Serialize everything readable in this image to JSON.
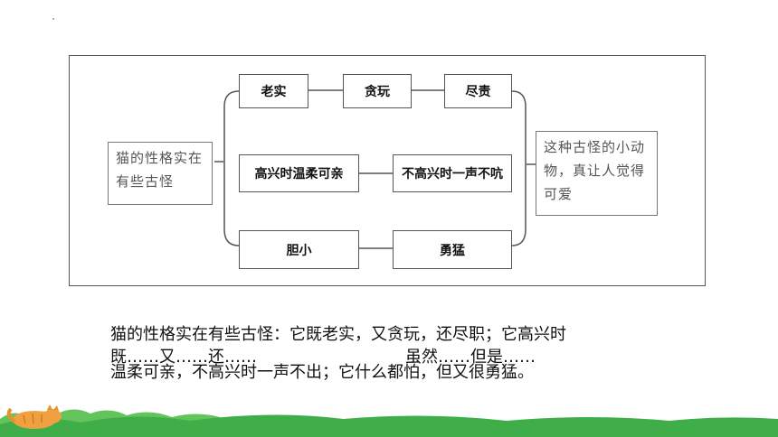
{
  "diagram": {
    "left_box": "猫的性格实在有些古怪",
    "right_box": "这种古怪的小动物，真让人觉得可爱",
    "row1": [
      "老实",
      "贪玩",
      "尽责"
    ],
    "row2": [
      "高兴时温柔可亲",
      "不高兴时一声不吭"
    ],
    "row3": [
      "胆小",
      "勇猛"
    ]
  },
  "text": {
    "line1": "猫的性格实在有些古怪：它既老实，又贪玩，还尽职；它高兴时",
    "line2": "温柔可亲，不高兴时一声不出；它什么都怕，但又很勇猛。",
    "overlay_left": "既……又……还……",
    "overlay_right": "虽然……但是……"
  },
  "colors": {
    "grass": "#3fae49",
    "grass_light": "#62c45a",
    "sky": "#e8f4ec"
  }
}
